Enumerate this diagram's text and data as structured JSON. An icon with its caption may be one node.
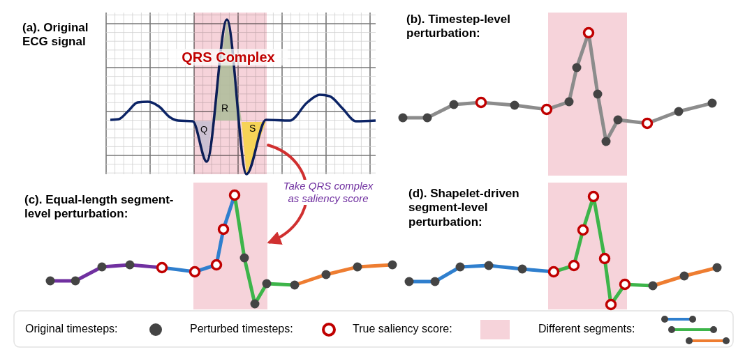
{
  "diagram": {
    "nodes": [
      {
        "text": [],
        "shape": "box"
      },
      {
        "text": [],
        "shape": "box"
      }
    ],
    "edges": [
      {
        "from": 0,
        "to": 1,
        "arrow": "to",
        "label": "Take QRS complex as saliency score",
        "color": "#d03030"
      }
    ],
    "labels": [
      "(a). Original ECG signal",
      "QRS Complex",
      "Q",
      "R",
      "S",
      "(b). Timestep-level perturbation:",
      "(c). Equal-length segment-level perturbation:",
      "(d). Shapelet-driven segment-level perturbation:"
    ],
    "legend": [
      {
        "text": "Original timesteps:"
      },
      {
        "text": "Perturbed timesteps:"
      },
      {
        "text": "True saliency score:",
        "color": "#f6d3da"
      },
      {
        "text": "Different segments:"
      }
    ]
  }
}
